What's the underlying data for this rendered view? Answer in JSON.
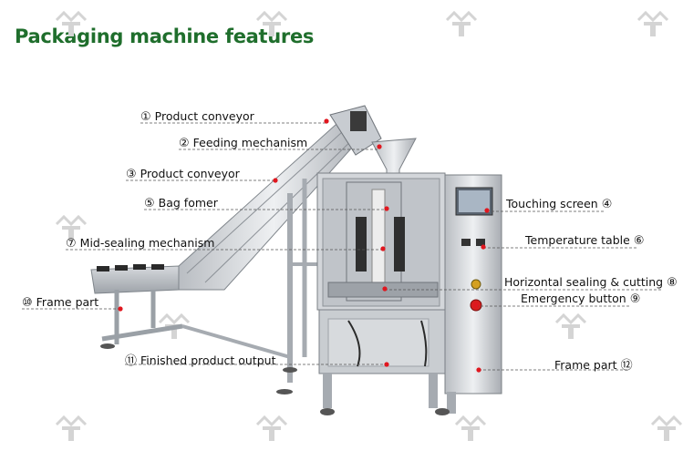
{
  "title": "Packaging machine features",
  "colors": {
    "title": "#1f6e2c",
    "dot": "#e0171f",
    "leader": "#555555"
  },
  "watermark_icon": "logo-watermark-icon",
  "callouts": [
    {
      "num": "①",
      "text": "Product conveyor"
    },
    {
      "num": "②",
      "text": "Feeding mechanism"
    },
    {
      "num": "③",
      "text": "Product conveyor"
    },
    {
      "num": "⑤",
      "text": "Bag fomer"
    },
    {
      "num": "⑦",
      "text": "Mid-sealing mechanism"
    },
    {
      "num": "⑩",
      "text": "Frame part"
    },
    {
      "num": "⑪",
      "text": "Finished product output"
    },
    {
      "num": "④",
      "text": "Touching screen"
    },
    {
      "num": "⑥",
      "text": "Temperature table"
    },
    {
      "num": "⑧",
      "text": "Horizontal sealing & cutting"
    },
    {
      "num": "⑨",
      "text": "Emergency button"
    },
    {
      "num": "⑫",
      "text": "Frame part"
    }
  ]
}
